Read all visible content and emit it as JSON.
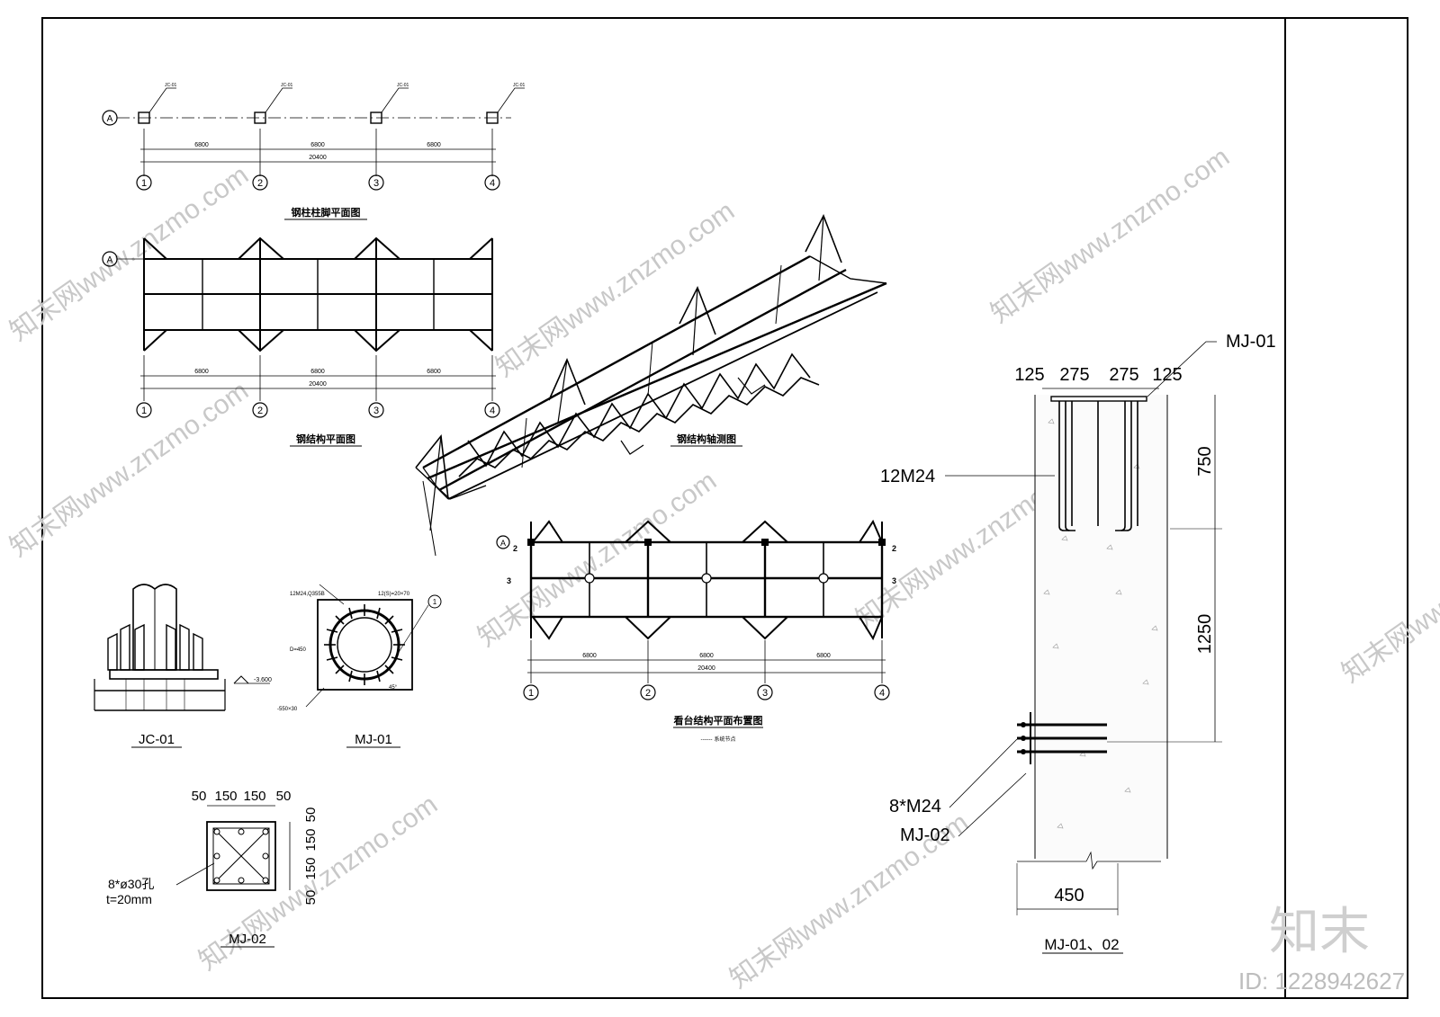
{
  "plans": {
    "column_plan": {
      "title": "钢柱柱脚平面图",
      "axis_row": "A",
      "column_tag": "JC-01",
      "axes": [
        "1",
        "2",
        "3",
        "4"
      ],
      "spans": [
        "6800",
        "6800",
        "6800"
      ],
      "total": "20400"
    },
    "structure_plan": {
      "title": "钢结构平面图",
      "axis_row": "A",
      "axes": [
        "1",
        "2",
        "3",
        "4"
      ],
      "spans": [
        "6800",
        "6800",
        "6800"
      ],
      "total": "20400"
    },
    "axonometric": {
      "title": "钢结构轴测图"
    },
    "layout_plan": {
      "title": "看台结构平面布置图",
      "subtitle": "------ 系统节点",
      "axis_row": "A",
      "row_marks": [
        "2",
        "3"
      ],
      "axes": [
        "1",
        "2",
        "3",
        "4"
      ],
      "spans": [
        "6800",
        "6800",
        "6800"
      ],
      "total": "20400"
    }
  },
  "details": {
    "jc01": {
      "label": "JC-01",
      "level": "-3.600"
    },
    "mj01_plan": {
      "label": "MJ-01",
      "notes": [
        "12M24,Q355B",
        "12(S)=20×70",
        "D=450",
        "-550×30",
        "45°"
      ],
      "callout": "1"
    },
    "mj02": {
      "label": "MJ-02",
      "top_dims": [
        "50",
        "150",
        "150",
        "50"
      ],
      "side_dims": [
        "50",
        "150",
        "150",
        "50"
      ],
      "holes": "8*ø30孔",
      "thickness": "t=20mm"
    },
    "section": {
      "label": "MJ-01、02",
      "top_dims": [
        "125",
        "275",
        "275",
        "125"
      ],
      "tag_top": "MJ-01",
      "anchor_label": "12M24",
      "depth_upper": "750",
      "depth_lower": "1250",
      "bolt_label": "8*M24",
      "tag_bottom": "MJ-02",
      "width": "450"
    }
  },
  "watermark": {
    "brand": "知末",
    "site": "知末网www.znzmo.com",
    "id": "ID: 1228942627"
  }
}
